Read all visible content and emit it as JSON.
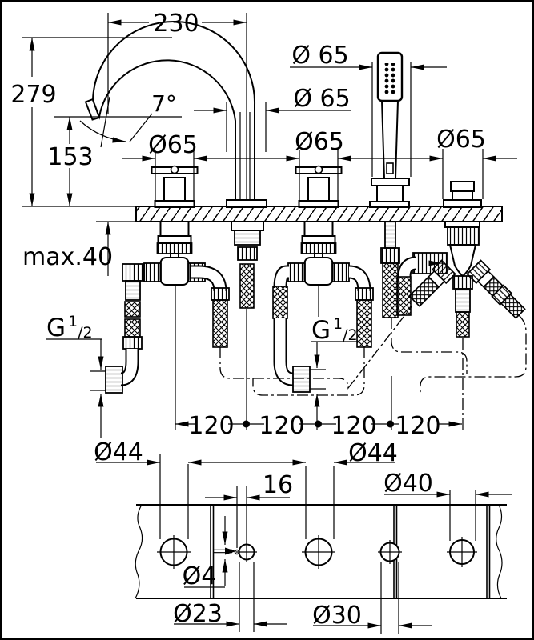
{
  "dims": {
    "reach": "230",
    "height": "279",
    "spout_height": "153",
    "angle": "7°",
    "dia_shower": "Ø 65",
    "dia_spout": "Ø 65",
    "dia_valve1": "Ø65",
    "dia_valve2": "Ø65",
    "dia_diverter": "Ø65",
    "deck": "max.40",
    "spacing": [
      "120",
      "120",
      "120",
      "120"
    ],
    "thread_left": {
      "letter": "G",
      "numerator": "1",
      "denominator": "/2"
    },
    "thread_right": {
      "letter": "G",
      "numerator": "1",
      "denominator": "/2"
    }
  },
  "template_dims": {
    "d44_left": "Ø44",
    "d44_right": "Ø44",
    "offset16": "16",
    "d40": "Ø40",
    "d4": "Ø4",
    "d23": "Ø23",
    "d30": "Ø30"
  }
}
